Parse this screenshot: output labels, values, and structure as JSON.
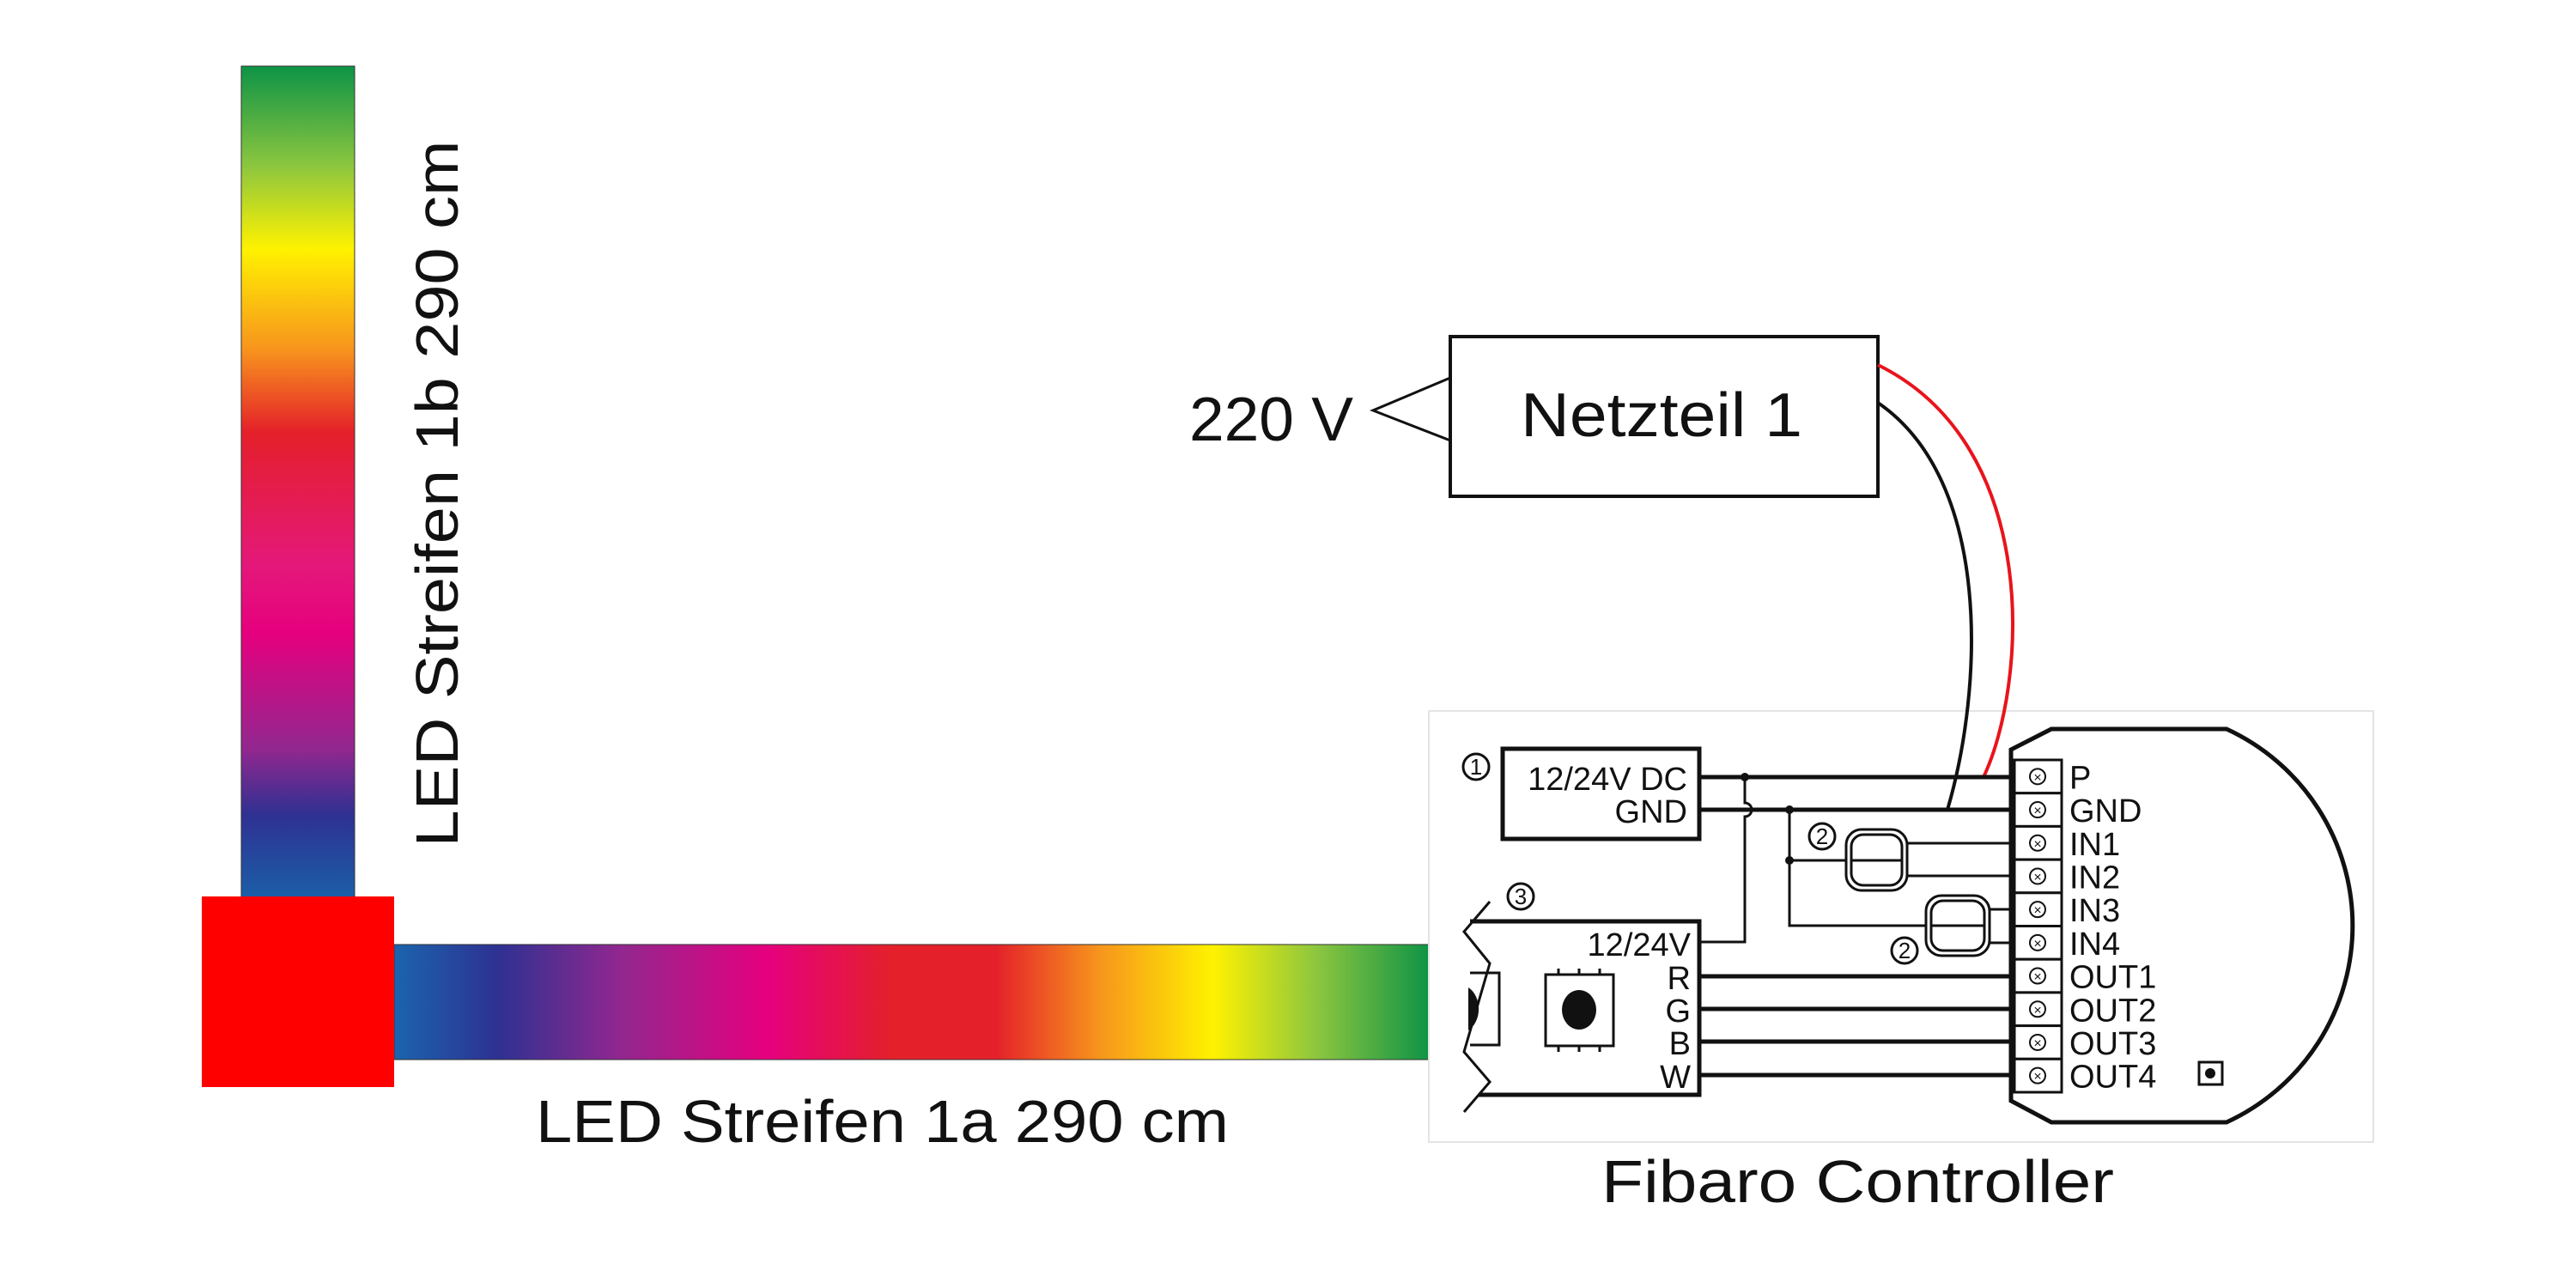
{
  "labels": {
    "strip_b": "LED Streifen 1b 290 cm",
    "strip_a": "LED Streifen 1a 290 cm",
    "controller": "Fibaro Controller",
    "power_supply": "Netzteil 1",
    "mains": "220 V"
  },
  "diagram": {
    "marker_1": "1",
    "marker_2": "2",
    "marker_3": "3",
    "supply_dc": "12/24V DC",
    "supply_gnd": "GND",
    "strip_power": "12/24V",
    "strip_channels": [
      "R",
      "G",
      "B",
      "W"
    ],
    "terminals": [
      "P",
      "GND",
      "IN1",
      "IN2",
      "IN3",
      "IN4",
      "OUT1",
      "OUT2",
      "OUT3",
      "OUT4"
    ]
  },
  "colors": {
    "red_wire": "#e8141c",
    "black_wire": "#111111",
    "corner_block": "#ff0000"
  }
}
